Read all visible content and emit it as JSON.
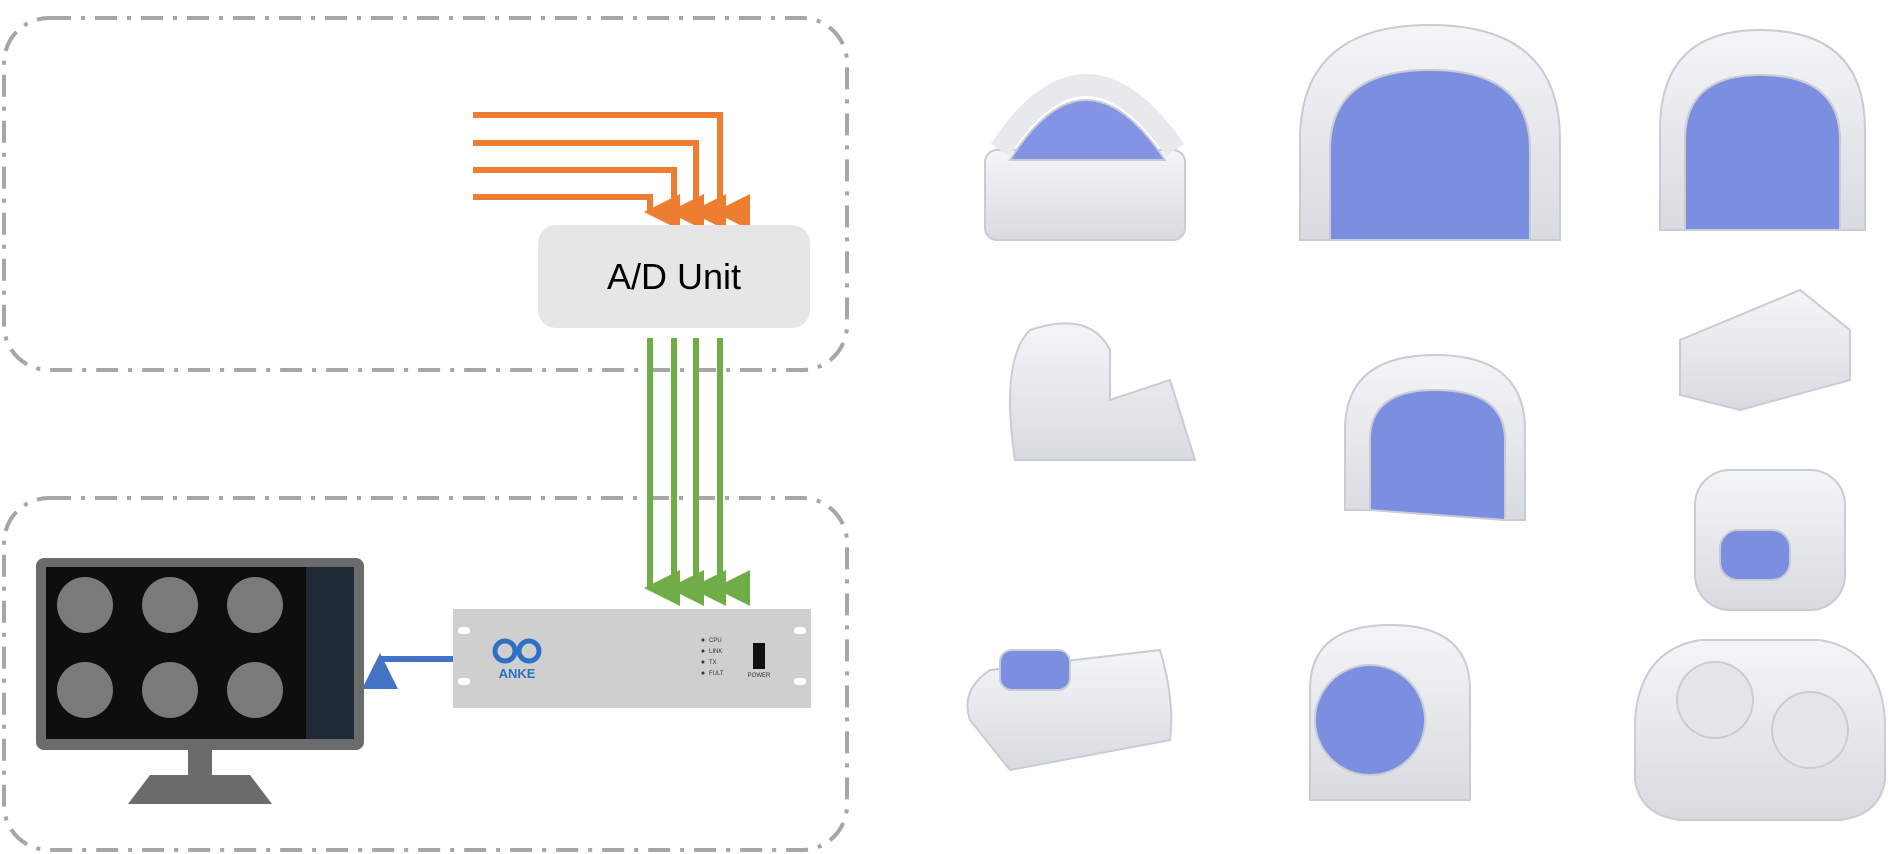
{
  "ad_unit": {
    "label": "A/D Unit"
  },
  "rack": {
    "brand": "ANKE",
    "indicators": [
      "CPU",
      "LINK",
      "TX",
      "FULT"
    ],
    "power_label": "POWER"
  },
  "colors": {
    "orange": "#ed7d31",
    "green": "#70ad47",
    "blue": "#4472c4",
    "dash": "#a6a6a6",
    "coil_blue": "#7b8ee0"
  }
}
